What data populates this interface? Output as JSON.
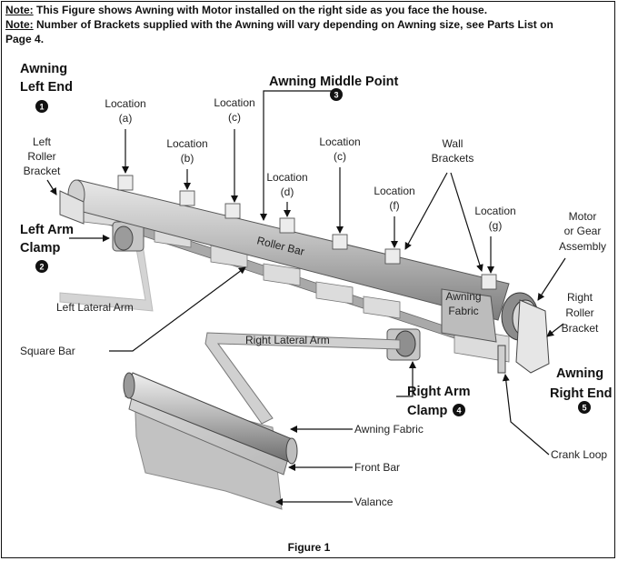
{
  "notes": {
    "note1_prefix": "Note:",
    "note1_text": " This Figure shows Awning with Motor installed on the right side as you face the house.",
    "note2_prefix": "Note:",
    "note2_text": " Number of Brackets supplied with the Awning will vary depending on Awning size, see Parts List on",
    "note2_cont": "Page 4."
  },
  "headings": {
    "left_end_1": "Awning",
    "left_end_2": "Left End",
    "left_end_num": "1",
    "middle": "Awning Middle Point",
    "middle_num": "3",
    "left_clamp_1": "Left Arm",
    "left_clamp_2": "Clamp",
    "left_clamp_num": "2",
    "right_clamp_1": "Right Arm",
    "right_clamp_2": "Clamp",
    "right_clamp_num": "4",
    "right_end_1": "Awning",
    "right_end_2": "Right End",
    "right_end_num": "5"
  },
  "labels": {
    "loc_a_1": "Location",
    "loc_a_2": "(a)",
    "loc_b_1": "Location",
    "loc_b_2": "(b)",
    "loc_c1_1": "Location",
    "loc_c1_2": "(c)",
    "loc_d_1": "Location",
    "loc_d_2": "(d)",
    "loc_c2_1": "Location",
    "loc_c2_2": "(c)",
    "loc_f_1": "Location",
    "loc_f_2": "(f)",
    "loc_g_1": "Location",
    "loc_g_2": "(g)",
    "left_roller_1": "Left",
    "left_roller_2": "Roller",
    "left_roller_3": "Bracket",
    "wall_1": "Wall",
    "wall_2": "Brackets",
    "motor_1": "Motor",
    "motor_2": "or Gear",
    "motor_3": "Assembly",
    "right_roller_1": "Right",
    "right_roller_2": "Roller",
    "right_roller_3": "Bracket",
    "roller_bar": "Roller Bar",
    "fabric_in_1": "Awning",
    "fabric_in_2": "Fabric",
    "left_lateral_arm": "Left Lateral Arm",
    "right_lateral_arm": "Right Lateral Arm",
    "square_bar": "Square Bar",
    "awning_fabric": "Awning Fabric",
    "front_bar": "Front Bar",
    "valance": "Valance",
    "crank_loop": "Crank Loop"
  },
  "caption": "Figure 1"
}
